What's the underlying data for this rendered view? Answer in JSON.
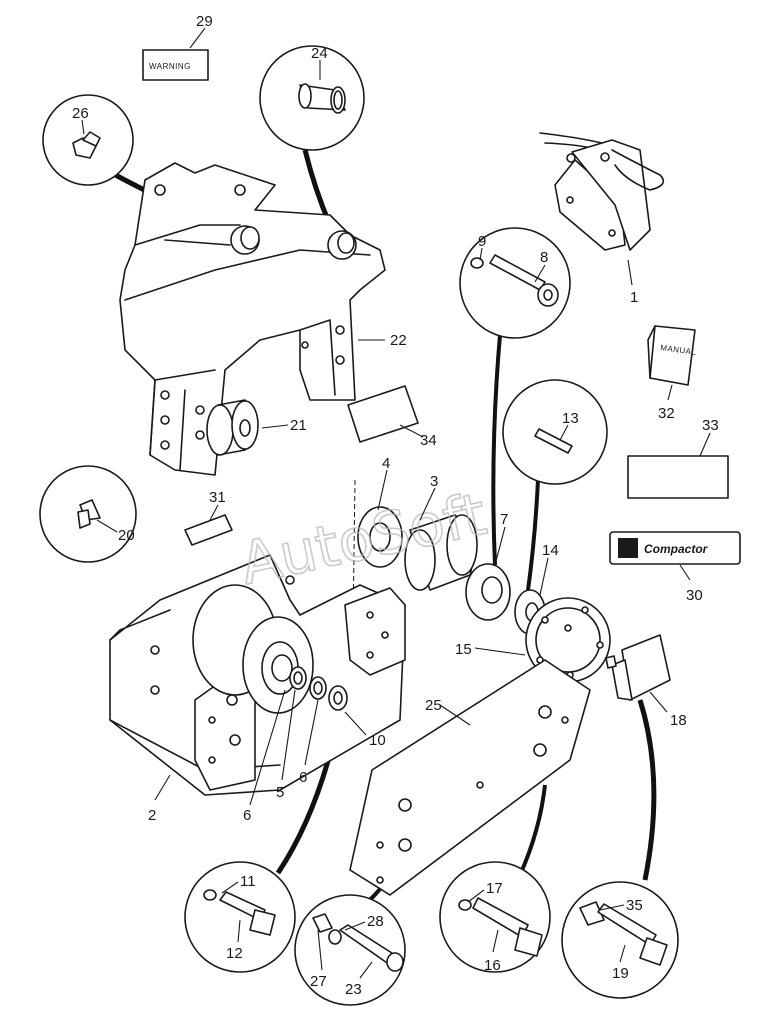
{
  "watermark": "AutoSoft",
  "warning_label": "WARNING",
  "manual_label": "MANUAL",
  "compactor_label": "Compactor",
  "callouts": {
    "c1": "1",
    "c2": "2",
    "c3": "3",
    "c4": "4",
    "c5": "5",
    "c6a": "6",
    "c6b": "6",
    "c7": "7",
    "c8": "8",
    "c9": "9",
    "c10": "10",
    "c11": "11",
    "c12": "12",
    "c13": "13",
    "c14": "14",
    "c15": "15",
    "c16": "16",
    "c17": "17",
    "c18": "18",
    "c19": "19",
    "c20": "20",
    "c21": "21",
    "c22": "22",
    "c23": "23",
    "c24": "24",
    "c25": "25",
    "c26": "26",
    "c27": "27",
    "c28": "28",
    "c29": "29",
    "c30": "30",
    "c31": "31",
    "c32": "32",
    "c33": "33",
    "c34": "34",
    "c35": "35"
  },
  "colors": {
    "ink": "#1a1a1a",
    "paper": "#ffffff",
    "watermark": "#b9b9b9"
  }
}
